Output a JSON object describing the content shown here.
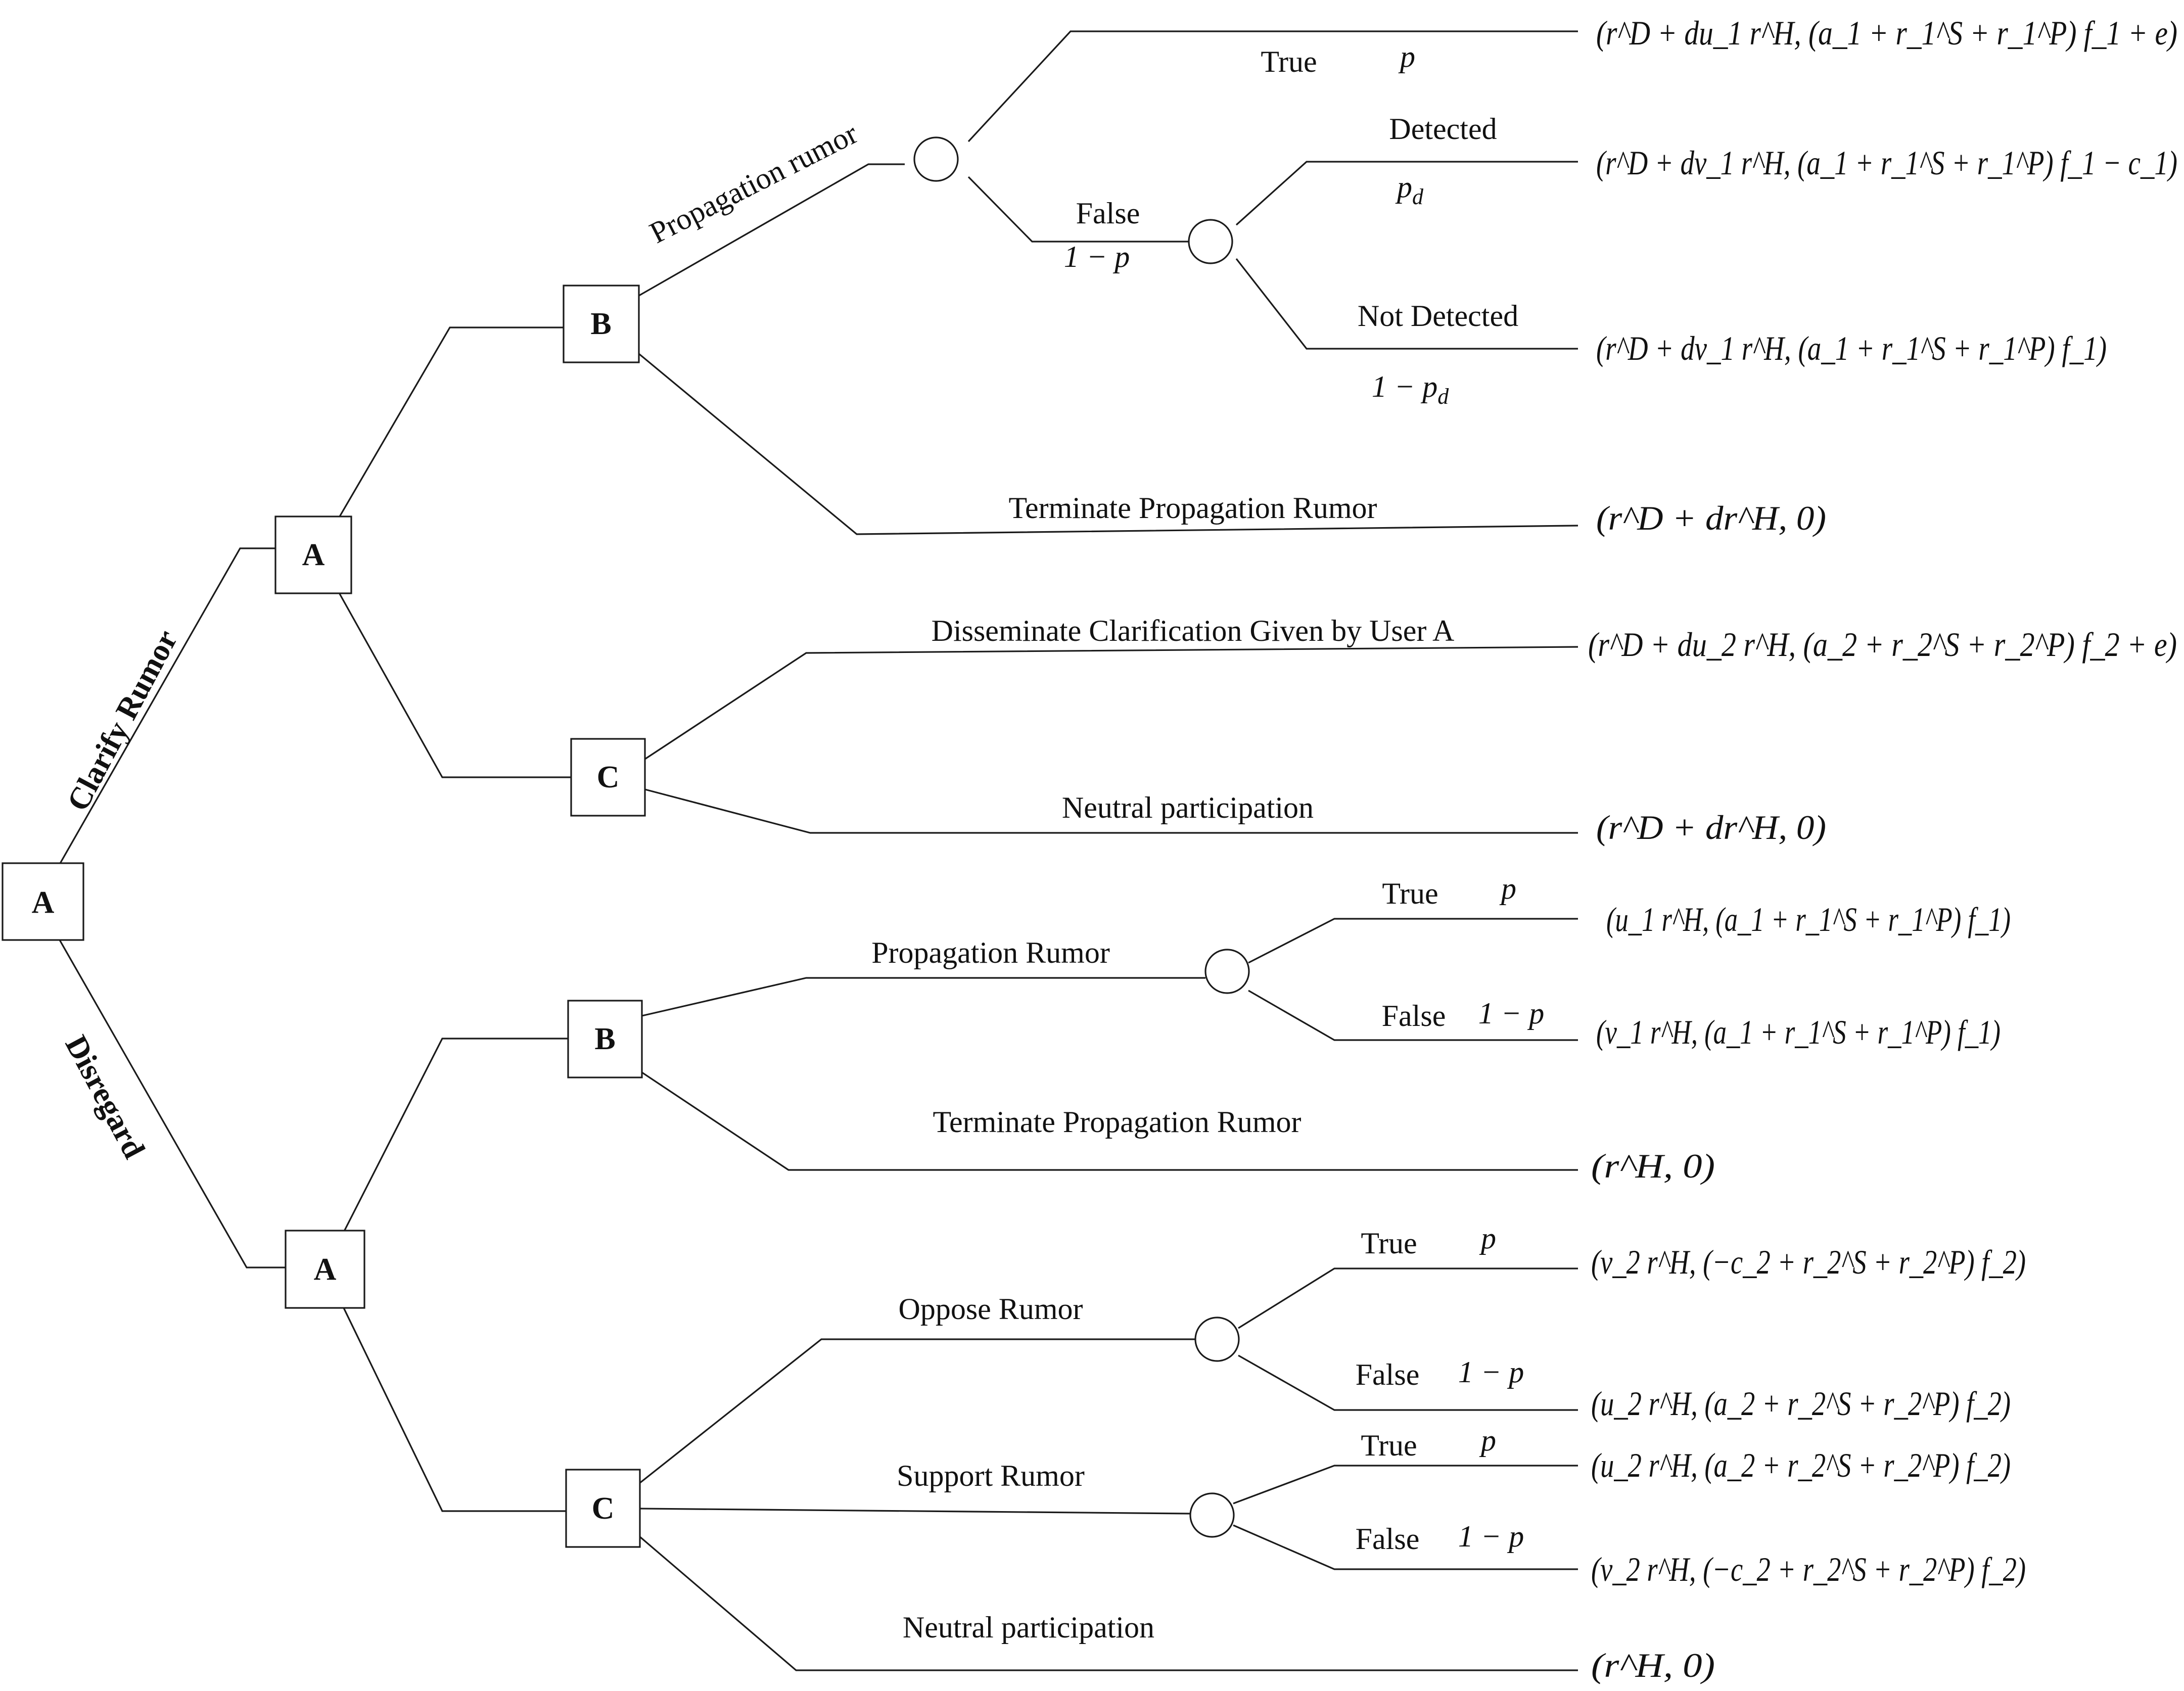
{
  "root": {
    "label": "A"
  },
  "branches": {
    "clarify": "Clarify Rumor",
    "disregard": "Disregard"
  },
  "nodes": {
    "upper_a": "A",
    "upper_b": "B",
    "upper_c": "C",
    "lower_a": "A",
    "lower_b": "B",
    "lower_c": "C"
  },
  "edges": {
    "u_prop": "Propagation rumor",
    "u_true": "True",
    "u_true_p": "p",
    "u_false": "False",
    "u_false_p": "1 − p",
    "u_detected": "Detected",
    "u_notdetected": "Not Detected",
    "u_terminate": "Terminate Propagation Rumor",
    "u_dissem": "Disseminate Clarification Given by User A",
    "u_neutral": "Neutral participation",
    "l_prop": "Propagation Rumor",
    "l_prop_true": "True",
    "l_prop_true_p": "p",
    "l_prop_false": "False",
    "l_prop_false_p": "1 − p",
    "l_terminate": "Terminate Propagation Rumor",
    "l_oppose": "Oppose Rumor",
    "l_opp_true": "True",
    "l_opp_true_p": "p",
    "l_opp_false": "False",
    "l_opp_false_p": "1 − p",
    "l_support": "Support Rumor",
    "l_sup_true": "True",
    "l_sup_true_p": "p",
    "l_sup_false": "False",
    "l_sup_false_p": "1 − p",
    "l_neutral": "Neutral participation"
  },
  "payoffs": {
    "p1": "(r^D + du_1 r^H, (a_1 + r_1^S + r_1^P) f_1 + e)",
    "p2": "(r^D + dv_1 r^H, (a_1 + r_1^S + r_1^P) f_1 − c_1)",
    "p3": "(r^D + dv_1 r^H, (a_1 + r_1^S + r_1^P) f_1)",
    "p4": "(r^D + dr^H, 0)",
    "p5": "(r^D + du_2 r^H, (a_2 + r_2^S + r_2^P) f_2 + e)",
    "p6": "(r^D + dr^H, 0)",
    "p7": "(u_1 r^H, (a_1 + r_1^S + r_1^P) f_1)",
    "p8": "(v_1 r^H, (a_1 + r_1^S + r_1^P) f_1)",
    "p9": "(r^H, 0)",
    "p10": "(v_2 r^H, (−c_2 + r_2^S + r_2^P) f_2)",
    "p11": "(u_2 r^H, (a_2 + r_2^S + r_2^P) f_2)",
    "p12": "(u_2 r^H, (a_2 + r_2^S + r_2^P) f_2)",
    "p13": "(v_2 r^H, (−c_2 + r_2^S + r_2^P) f_2)",
    "p14": "(r^H, 0)"
  }
}
